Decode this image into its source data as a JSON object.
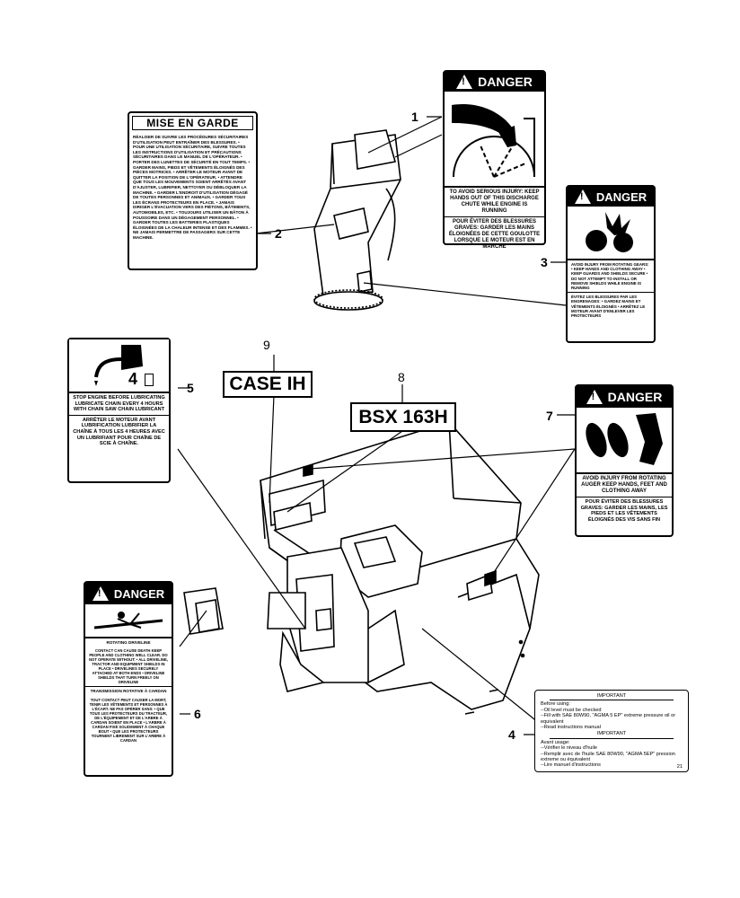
{
  "callouts": [
    "1",
    "2",
    "3",
    "4",
    "5",
    "6",
    "7",
    "8",
    "9"
  ],
  "decal1": {
    "header": "DANGER",
    "text_en": "TO AVOID SERIOUS INJURY: KEEP HANDS OUT OF THIS DISCHARGE CHUTE WHILE ENGINE IS RUNNING",
    "text_fr": "POUR ÉVITER DES BLESSURES GRAVES: GARDER LES MAINS ÉLOIGNÉES DE CETTE GOULOTTE LORSQUE LE MOTEUR EST EN MARCHE"
  },
  "decal2": {
    "header": "MISE EN GARDE",
    "body": "RÉALISER DE SUIVRE LES PROCÉDURES SÉCURITAIRES D'UTILISATION PEUT ENTRAÎNER DES BLESSURES. • POUR UNE UTILISATION SÉCURITAIRE, SUIVRE TOUTES LES INSTRUCTIONS D'UTILISATION ET PRÉCAUTIONS SÉCURITAIRES DANS LE MANUEL DE L'OPÉRATEUR. • PORTER DES LUNETTES DE SÉCURITÉ EN TOUT TEMPS. • GARDER MAINS, PIEDS ET VÊTEMENTS ÉLOIGNÉS DES PIÈCES MOTRICES. • ARRÊTER LE MOTEUR AVANT DE QUITTER LA POSITION DE L'OPÉRATEUR. • ATTENDRE QUE TOUS LES MOUVEMENTS SOIENT ARRÊTÉS AVANT D'AJUSTER, LUBRIFIER, NETTOYER OU DÉBLOQUER LA MACHINE. • GARDER L'ENDROIT D'UTILISATION DÉGAGÉ DE TOUTES PERSONNES ET ANIMAUX. • GARDER TOUS LES ÉCRANS PROTECTEURS EN PLACE. • JAMAIS DIRIGER L'ÉVACUATION VERS DES PIÉTONS, BÂTIMENTS, AUTOMOBILES, ETC. • TOUJOURS UTILISER UN BÂTON À POUSSOIRE DANS UN DÉGAGEMENT PERSONNEL. • GARDER TOUTES LES BATTERIES PLASTIQUES ÉLOIGNÉES DE LA CHALEUR INTENSE ET DES FLAMMES. • NE JAMAIS PERMETTRE DE PASSAGERS SUR CETTE MACHINE."
  },
  "decal3": {
    "header": "DANGER",
    "text_en": "AVOID INJURY FROM ROTATING GEARS: • KEEP HANDS AND CLOTHING AWAY • KEEP GUARDS AND SHIELDS SECURE • DO NOT ATTEMPT TO INSTALL OR REMOVE SHIELDS WHILE ENGINE IS RUNNING",
    "text_fr": "ÉVITEZ LES BLESSURES PAR LES ENGRENAGES: • GARDEZ MAINS ET VÊTEMENTS ÉLOIGNÉS • ARRÊTEZ LE MOTEUR AVANT D'ENLEVER LES PROTECTEURS"
  },
  "decal4": {
    "title_en": "IMPORTANT",
    "before": "Before using:",
    "items_en": [
      "--Oil level must be checked",
      "--Fill with SAE 80W90, \"AGMA 5 EP\" extreme pressure oil or equivalent",
      "--Read instructions manual"
    ],
    "title_fr": "IMPORTANT",
    "avant": "Avant usage:",
    "items_fr": [
      "--Vérifier le niveau d'huile",
      "--Remplir avec de l'huile SAE 80W90, \"AGMA 5EP\" pression extreme ou équivalent",
      "--Lire manuel d'instructions"
    ],
    "code": "21"
  },
  "decal5": {
    "num": "4",
    "text_en": "STOP ENGINE BEFORE LUBRICATING LUBRICATE CHAIN EVERY 4 HOURS WITH CHAIN SAW CHAIN LUBRICANT",
    "text_fr": "ARRÊTER LE MOTEUR AVANT LUBRIFICATION LUBRIFIER LA CHAÎNE À TOUS LES 4 HEURES AVEC UN LUBRIFIANT POUR CHAÎNE DE SCIE À CHAÎNE."
  },
  "decal6": {
    "header": "DANGER",
    "sub1": "ROTATING DRIVELINE",
    "text_en": "CONTACT CAN CAUSE DEATH KEEP PEOPLE AND CLOTHING WELL CLEAR. DO NOT OPERATE WITHOUT: • ALL DRIVELINE, TRACTOR AND EQUIPMENT SHIELDS IN PLACE • DRIVELINES SECURELY ATTACHED AT BOTH ENDS • DRIVELINE SHIELDS THAT TURN FREELY ON DRIVELINE",
    "sub2": "TRANSMISSION ROTATIVE À CARDAN",
    "text_fr": "TOUT CONTACT PEUT CAUSER LA MORT. TENIR LES VÊTEMENTS ET PERSONNES À L'ÉCART. NE PAS OPÉRER SANS: • QUE TOUS LES PROTECTEURS DU TRACTEUR, DE L'ÉQUIPEMENT ET DE L'ARBRE À CARDAN SOIENT EN PLACE • L'ARBRE À CARDAN FIXÉ SOLIDEMENT À CHAQUE BOUT • QUE LES PROTECTEURS TOURNENT LIBREMENT SUR L'ARBRE À CARDAN"
  },
  "decal7": {
    "header": "DANGER",
    "text_en": "AVOID INJURY FROM ROTATING AUGER KEEP HANDS, FEET AND CLOTHING AWAY",
    "text_fr": "POUR ÉVITER DES BLESSURES GRAVES: GARDER LES MAINS, LES PIEDS ET LES VÊTEMENTS ÉLOIGNÉS DES VIS SANS FIN"
  },
  "decal8": {
    "text": "BSX 163H"
  },
  "decal9": {
    "text": "CASE IH"
  }
}
